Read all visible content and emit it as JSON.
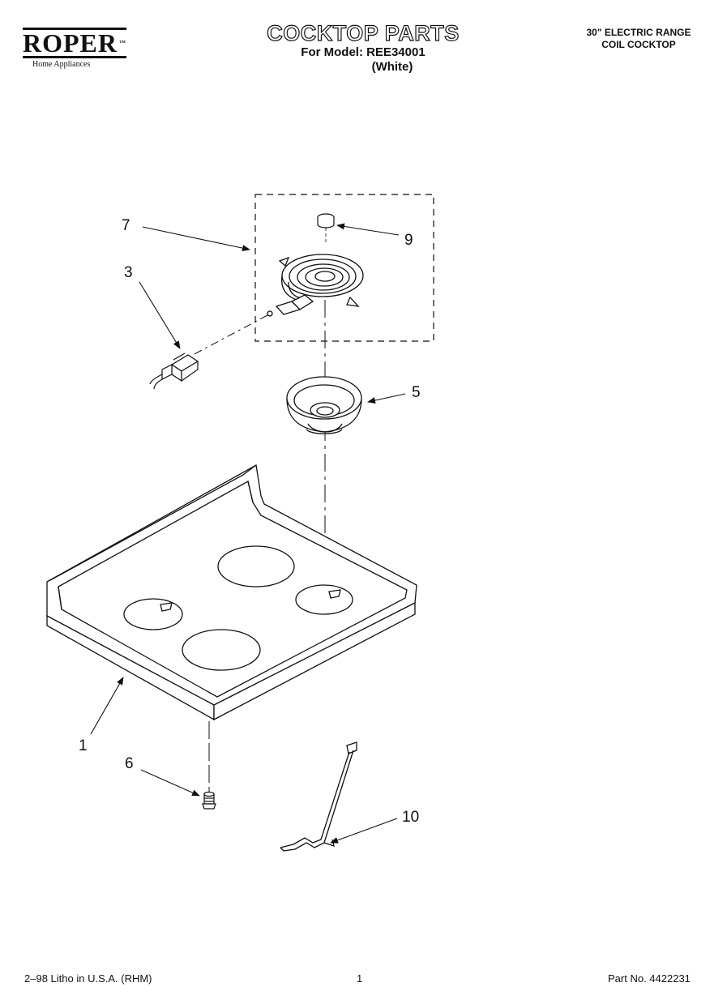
{
  "header": {
    "brand": "ROPER",
    "trademark": "™",
    "brand_tagline": "Home Appliances",
    "title": "COCKTOP PARTS",
    "model_line": "For Model: REE34001",
    "color_line": "(White)",
    "range_line1": "30\" ELECTRIC RANGE",
    "range_line2": "COIL COCKTOP"
  },
  "callouts": {
    "c7": "7",
    "c9": "9",
    "c3": "3",
    "c5": "5",
    "c1": "1",
    "c6": "6",
    "c10": "10"
  },
  "footer": {
    "printing": "2–98 Litho in U.S.A. (RHM)",
    "page": "1",
    "part_no": "Part No. 4422231"
  }
}
